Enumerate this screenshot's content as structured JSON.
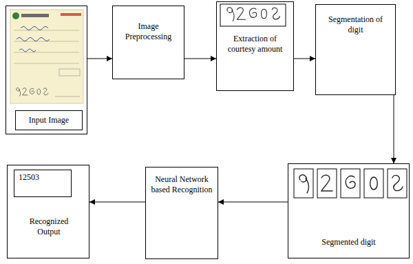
{
  "diagram": {
    "nodes": [
      {
        "text": [
          "Input Image"
        ]
      },
      {
        "text": [
          "Image Preprocessing"
        ]
      },
      {
        "text": [
          "Extraction of courtesy amount"
        ]
      },
      {
        "text": [
          "Segmentation of digit"
        ]
      },
      {
        "text": [
          "Segmented digit"
        ]
      },
      {
        "text": [
          "Neural Network based Recognition"
        ]
      },
      {
        "text": [
          "12503",
          "Recognized Output"
        ]
      }
    ],
    "edges": [
      {
        "from": 0,
        "to": 1,
        "arrow": "to"
      },
      {
        "from": 1,
        "to": 2,
        "arrow": "to"
      },
      {
        "from": 2,
        "to": 3,
        "arrow": "to"
      },
      {
        "from": 3,
        "to": 4,
        "arrow": "to"
      },
      {
        "from": 4,
        "to": 5,
        "arrow": "to"
      },
      {
        "from": 5,
        "to": 6,
        "arrow": "to"
      }
    ]
  }
}
